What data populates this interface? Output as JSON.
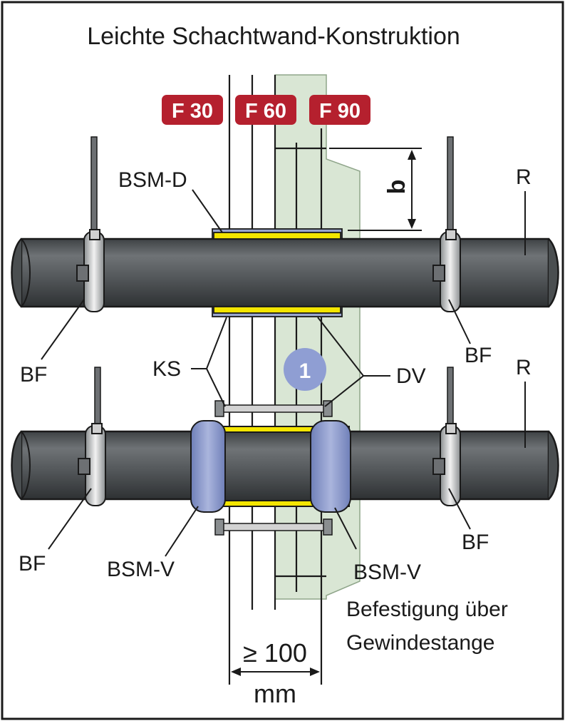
{
  "title": "Leichte Schachtwand-Konstruktion",
  "fire_ratings": [
    "F 30",
    "F 60",
    "F 90"
  ],
  "colors": {
    "rating_badge": "#b5202e",
    "pipe": "#55595c",
    "pipe_light": "#7d8183",
    "wall_panel": "#d9e6d4",
    "sleeve": "#9aa6cf",
    "foam": "#f4e600",
    "callout": "#8f9ed3"
  },
  "labels": {
    "bsm_d": "BSM-D",
    "r_top": "R",
    "r_bottom": "R",
    "bf_top_left": "BF",
    "bf_top_right": "BF",
    "bf_bottom_left": "BF",
    "bf_bottom_right": "BF",
    "ks": "KS",
    "dv": "DV",
    "bsm_v_left": "BSM-V",
    "bsm_v_right": "BSM-V",
    "befestigung_line1": "Befestigung über",
    "befestigung_line2": "Gewindestange",
    "callout_number": "1",
    "dimension_b": "b"
  },
  "dimension": {
    "value": "≥ 100",
    "unit": "mm"
  }
}
